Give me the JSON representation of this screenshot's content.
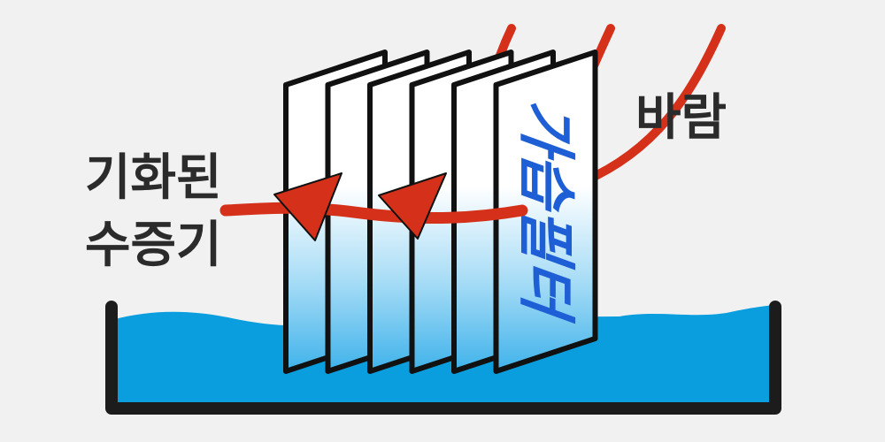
{
  "labels": {
    "wind": "바람",
    "vapor_line1": "기화된",
    "vapor_line2": "수증기",
    "filter": "가습필터"
  },
  "colors": {
    "background": "#f1f1f1",
    "water": "#0a9ede",
    "water_light": "#5ec3ef",
    "arrow": "#d5311a",
    "outline": "#111111",
    "filter_text": "#1f5fd6",
    "label_text": "#2b2b2b"
  },
  "filter_panel_count": 6
}
